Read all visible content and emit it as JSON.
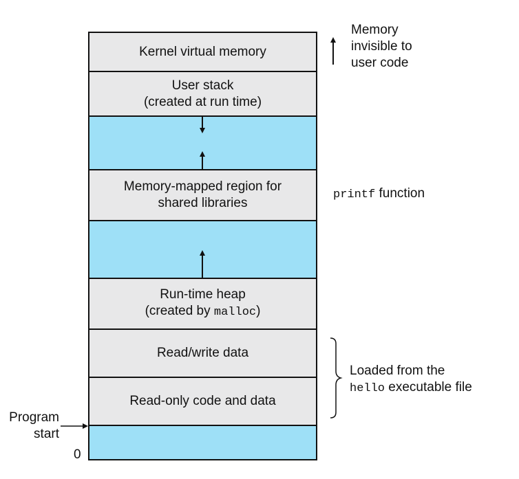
{
  "segments": {
    "kernel": "Kernel virtual memory",
    "user_stack_1": "User stack",
    "user_stack_2": "(created at run time)",
    "mmap_1": "Memory-mapped region for",
    "mmap_2": "shared libraries",
    "heap_1": "Run-time heap",
    "heap_2_prefix": "(created by ",
    "heap_2_code": "malloc",
    "heap_2_suffix": ")",
    "rw_data": "Read/write data",
    "ro_code": "Read-only code and data"
  },
  "annotations": {
    "kernel_note": [
      "Memory",
      "invisible to",
      "user code"
    ],
    "printf_code": "printf",
    "printf_text": " function",
    "loaded_line1": "Loaded from the",
    "loaded_code": "hello",
    "loaded_text": " executable file",
    "program_start_1": "Program",
    "program_start_2": "start",
    "zero": "0"
  },
  "colors": {
    "gray_segment": "#e8e8e9",
    "blue_segment": "#9ee0f7",
    "line": "#111111"
  }
}
